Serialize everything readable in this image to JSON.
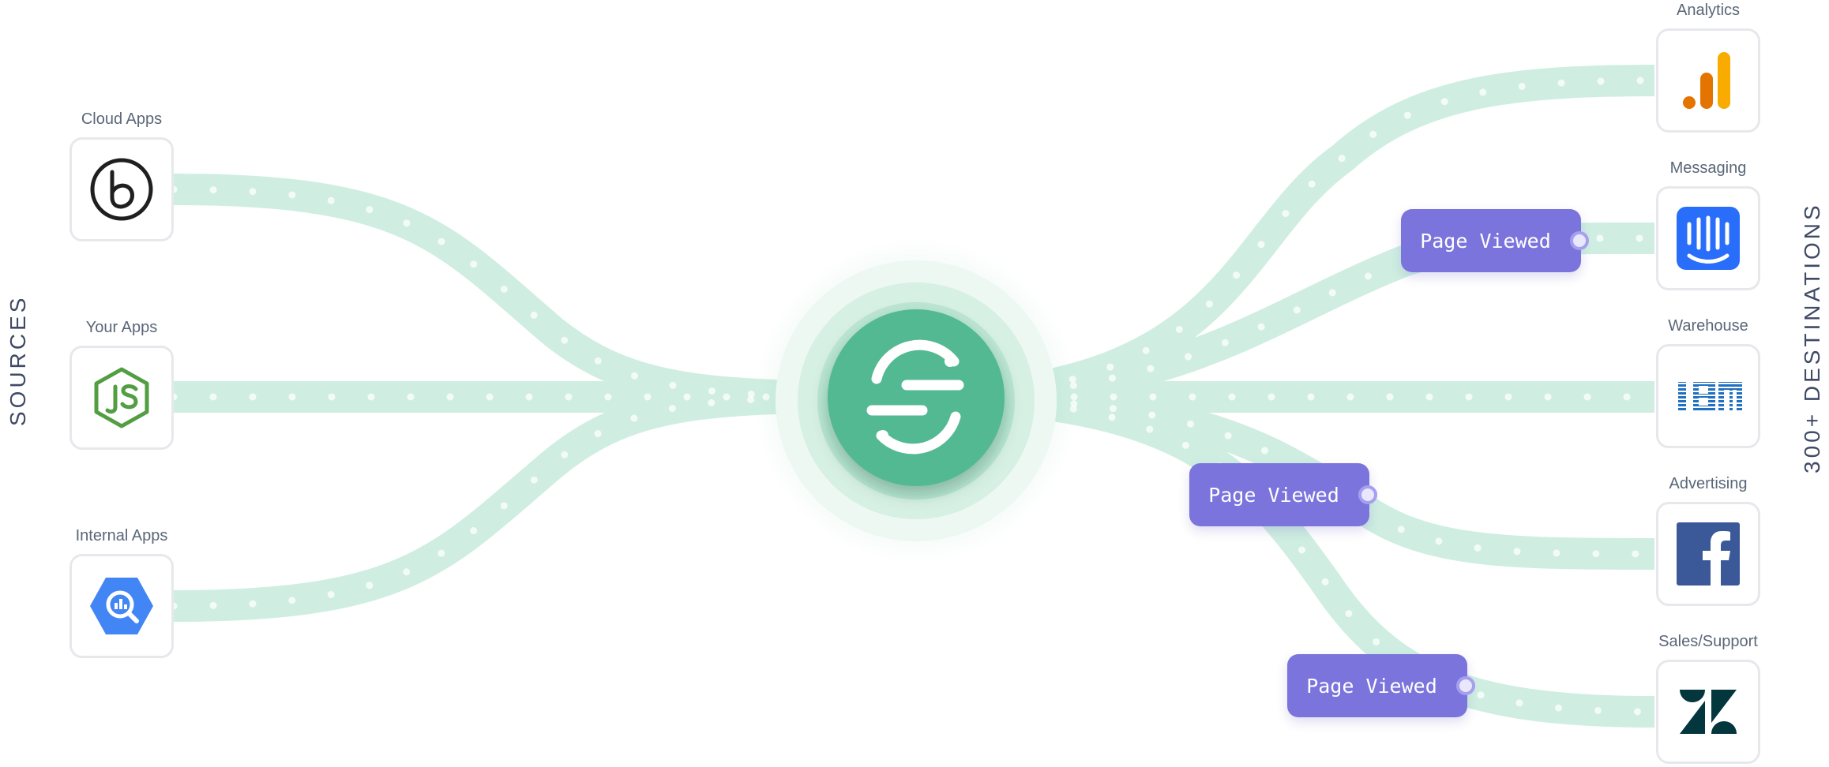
{
  "left_title": "SOURCES",
  "right_title": "300+ DESTINATIONS",
  "sources": [
    {
      "label": "Cloud Apps",
      "icon": "branch-logo-icon"
    },
    {
      "label": "Your Apps",
      "icon": "nodejs-logo-icon"
    },
    {
      "label": "Internal Apps",
      "icon": "bigquery-logo-icon"
    }
  ],
  "destinations": [
    {
      "label": "Analytics",
      "icon": "google-analytics-logo-icon"
    },
    {
      "label": "Messaging",
      "icon": "intercom-logo-icon"
    },
    {
      "label": "Warehouse",
      "icon": "ibm-logo-icon"
    },
    {
      "label": "Advertising",
      "icon": "facebook-logo-icon"
    },
    {
      "label": "Sales/Support",
      "icon": "zendesk-logo-icon"
    }
  ],
  "events": [
    {
      "label": "Page Viewed"
    },
    {
      "label": "Page Viewed"
    },
    {
      "label": "Page Viewed"
    }
  ],
  "colors": {
    "pipe": "#cfeee1",
    "hub": "#52b993",
    "event_pill": "#7b74dc",
    "title": "#3f4a66"
  }
}
